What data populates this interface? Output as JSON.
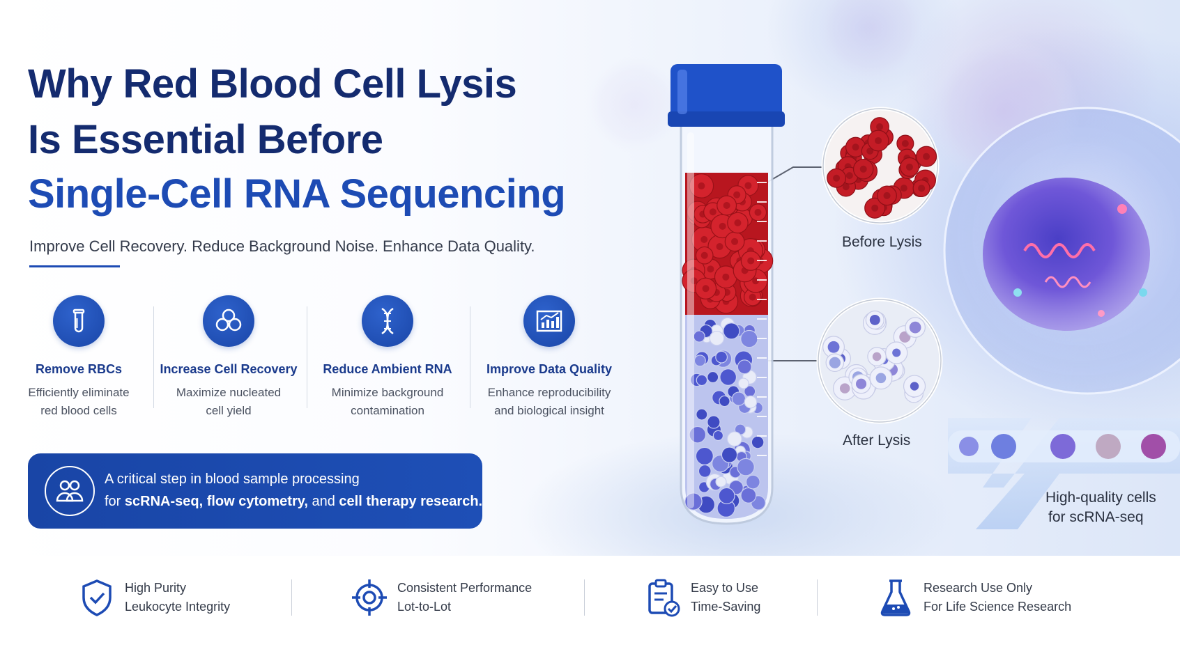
{
  "title": {
    "line1": "Why Red Blood Cell Lysis",
    "line2": "Is Essential Before",
    "line3": "Single-Cell RNA Sequencing"
  },
  "subtitle": "Improve Cell Recovery. Reduce Background Noise. Enhance Data Quality.",
  "features": [
    {
      "title": "Remove RBCs",
      "desc1": "Efficiently eliminate",
      "desc2": "red blood cells",
      "icon": "test-tube-icon"
    },
    {
      "title": "Increase Cell Recovery",
      "desc1": "Maximize nucleated",
      "desc2": "cell yield",
      "icon": "cell-cluster-icon"
    },
    {
      "title": "Reduce Ambient RNA",
      "desc1": "Minimize background",
      "desc2": "contamination",
      "icon": "dna-icon"
    },
    {
      "title": "Improve Data Quality",
      "desc1": "Enhance reproducibility",
      "desc2": "and biological insight",
      "icon": "chart-up-icon"
    }
  ],
  "callout": {
    "line1": "A critical step in blood sample processing",
    "line2_prefix": "for ",
    "line2_b1": "scRNA-seq, flow cytometry,",
    "line2_mid": " and ",
    "line2_b2": "cell therapy research.",
    "icon": "people-icon"
  },
  "image_labels": {
    "before": "Before Lysis",
    "after": "After Lysis",
    "hq_line1": "High-quality cells",
    "hq_line2": "for scRNA-seq"
  },
  "bottom": [
    {
      "line1": "High Purity",
      "line2": "Leukocyte Integrity",
      "icon": "shield-check-icon"
    },
    {
      "line1": "Consistent Performance",
      "line2": "Lot-to-Lot",
      "icon": "target-icon"
    },
    {
      "line1": "Easy to Use",
      "line2": "Time-Saving",
      "icon": "clipboard-check-icon"
    },
    {
      "line1": "Research Use Only",
      "line2": "For Life Science Research",
      "icon": "flask-icon"
    }
  ],
  "colors": {
    "navy": "#142b6f",
    "brand_blue": "#1d4bb4",
    "blood_red": "#c21a24",
    "cell_purple": "#6b5fd3"
  }
}
